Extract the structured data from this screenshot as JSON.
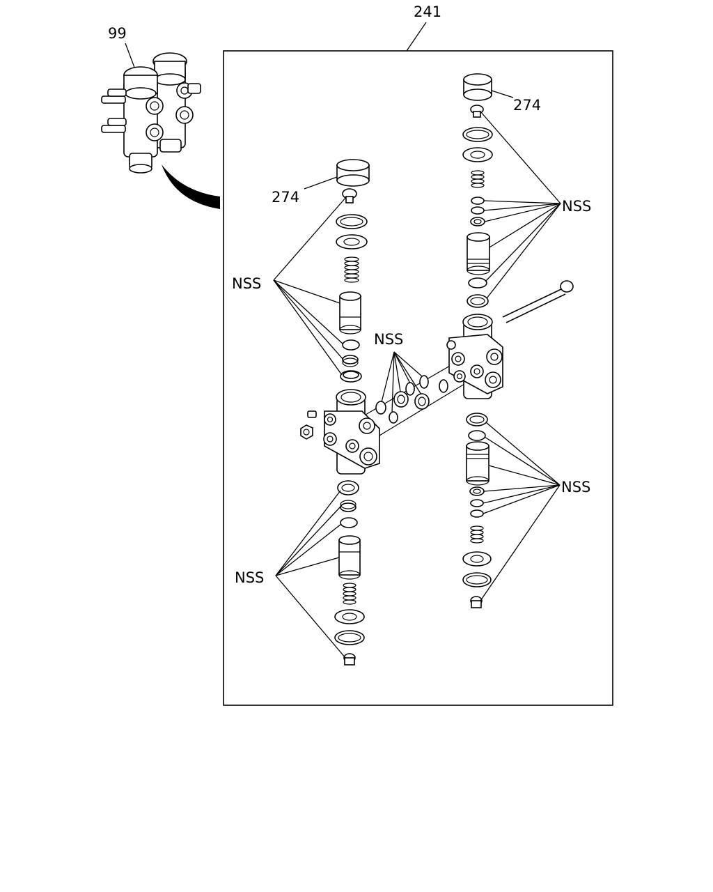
{
  "callouts": {
    "assembly_ref": "99",
    "kit": "241",
    "cap_left": "274",
    "cap_right": "274",
    "nss_upper_left": "NSS",
    "nss_center": "NSS",
    "nss_upper_right": "NSS",
    "nss_lower_right": "NSS",
    "nss_lower_left": "NSS"
  },
  "colors": {
    "line": "#000000",
    "background": "#ffffff"
  }
}
